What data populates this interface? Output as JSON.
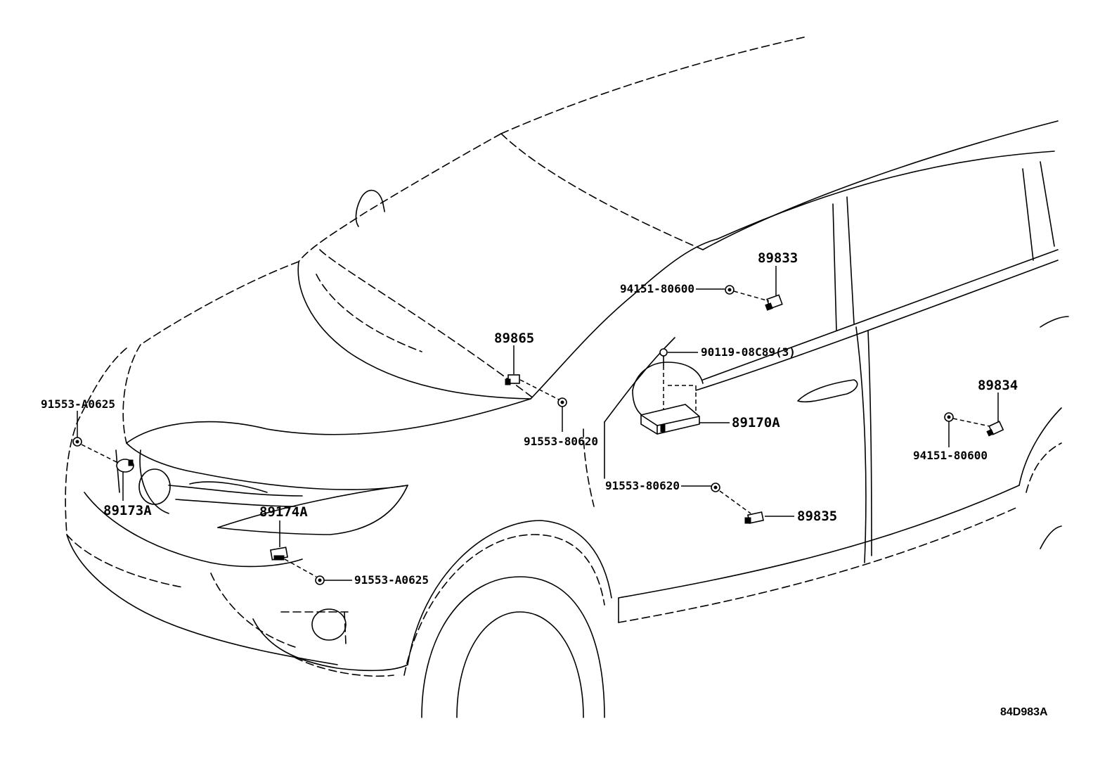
{
  "diagram": {
    "figure_code": "84D983A",
    "callouts": {
      "p89833": "89833",
      "p94151_upper": "94151-80600",
      "p90119": "90119-08C89(3)",
      "p89865": "89865",
      "p91553_80620_upper": "91553-80620",
      "p89170A": "89170A",
      "p89834": "89834",
      "p94151_lower": "94151-80600",
      "p91553_80620_lower": "91553-80620",
      "p89835": "89835",
      "p91553_A0625_left": "91553-A0625",
      "p89173A": "89173A",
      "p89174A": "89174A",
      "p91553_A0625_bottom": "91553-A0625"
    }
  }
}
